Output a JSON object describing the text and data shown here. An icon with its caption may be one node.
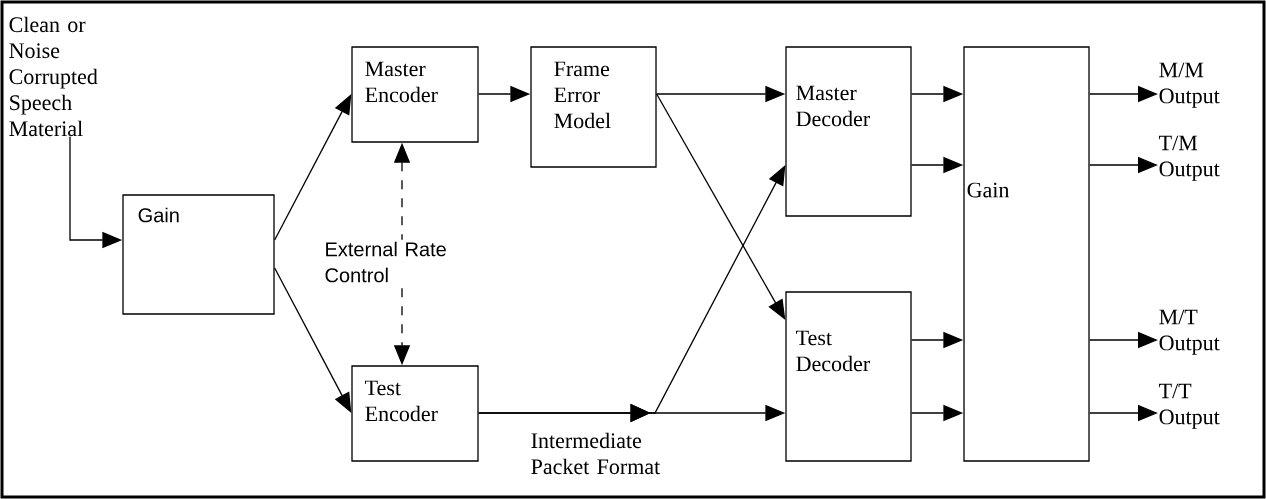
{
  "diagram": {
    "nodes": [
      {
        "text": [
          "Clean or Noise Corrupted Speech Material"
        ]
      },
      {
        "text": [
          "Gain"
        ]
      },
      {
        "text": [
          "Master Encoder"
        ]
      },
      {
        "text": [
          "Frame Error Model"
        ]
      },
      {
        "text": [
          "Test Encoder"
        ]
      },
      {
        "text": [
          "Master Decoder"
        ]
      },
      {
        "text": [
          "Test Decoder"
        ]
      },
      {
        "text": [
          "Gain"
        ]
      },
      {
        "text": [
          "M/M Output"
        ]
      },
      {
        "text": [
          "T/M Output"
        ]
      },
      {
        "text": [
          "M/T Output"
        ]
      },
      {
        "text": [
          "T/T Output"
        ]
      }
    ],
    "edges": [
      {
        "from": 0,
        "to": 1,
        "arrow": "to"
      },
      {
        "from": 1,
        "to": 2,
        "arrow": "to"
      },
      {
        "from": 1,
        "to": 4,
        "arrow": "to"
      },
      {
        "from": 2,
        "to": 4,
        "arrow": "both",
        "style": "dashed",
        "label": "External Rate Control"
      },
      {
        "from": 2,
        "to": 3,
        "arrow": "to"
      },
      {
        "from": 3,
        "to": 5,
        "arrow": "to"
      },
      {
        "from": 3,
        "to": 6,
        "arrow": "to"
      },
      {
        "from": 4,
        "to": 5,
        "arrow": "to"
      },
      {
        "from": 4,
        "to": 6,
        "arrow": "to",
        "label": "Intermediate Packet Format"
      },
      {
        "from": 5,
        "to": 7,
        "arrow": "to"
      },
      {
        "from": 5,
        "to": 7,
        "arrow": "to"
      },
      {
        "from": 6,
        "to": 7,
        "arrow": "to"
      },
      {
        "from": 6,
        "to": 7,
        "arrow": "to"
      },
      {
        "from": 7,
        "to": 8,
        "arrow": "to"
      },
      {
        "from": 7,
        "to": 9,
        "arrow": "to"
      },
      {
        "from": 7,
        "to": 10,
        "arrow": "to"
      },
      {
        "from": 7,
        "to": 11,
        "arrow": "to"
      }
    ]
  }
}
